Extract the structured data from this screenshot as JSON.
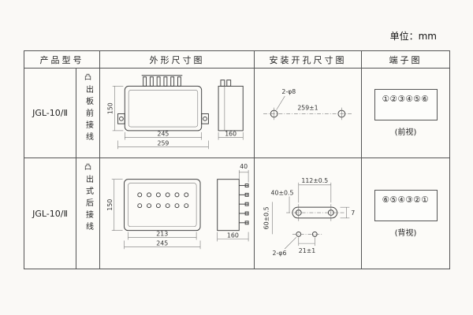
{
  "page": {
    "unit_label": "单位：mm"
  },
  "table": {
    "headers": [
      "产品型号",
      "外形尺寸图",
      "安装开孔尺寸图",
      "端子图"
    ],
    "rows": [
      {
        "model": "JGL-10/Ⅱ",
        "wiring_symbol": "凸",
        "wiring_text": "出板前接线",
        "outline_dims": {
          "inner_width": "245",
          "outer_width": "259",
          "height": "150",
          "depth": "160"
        },
        "install_dims": {
          "holes": "2-φ8",
          "span": "259±1"
        },
        "terminal": {
          "numbers": [
            "①",
            "②",
            "③",
            "④",
            "⑤",
            "⑥"
          ],
          "view": "(前视)"
        }
      },
      {
        "model": "JGL-10/Ⅱ",
        "wiring_symbol": "凸",
        "wiring_text": "出式后接线",
        "outline_dims": {
          "inner_width": "213",
          "outer_width": "245",
          "height": "150",
          "depth": "160",
          "stud": "40"
        },
        "install_dims": {
          "width": "112±0.5",
          "row_gap": "40±0.5",
          "height": "60±0.5",
          "pitch": "21±1",
          "holes": "2-φ6",
          "slot": "7"
        },
        "terminal": {
          "numbers": [
            "⑥",
            "⑤",
            "④",
            "③",
            "②",
            "①"
          ],
          "view": "(背视)"
        }
      }
    ]
  }
}
